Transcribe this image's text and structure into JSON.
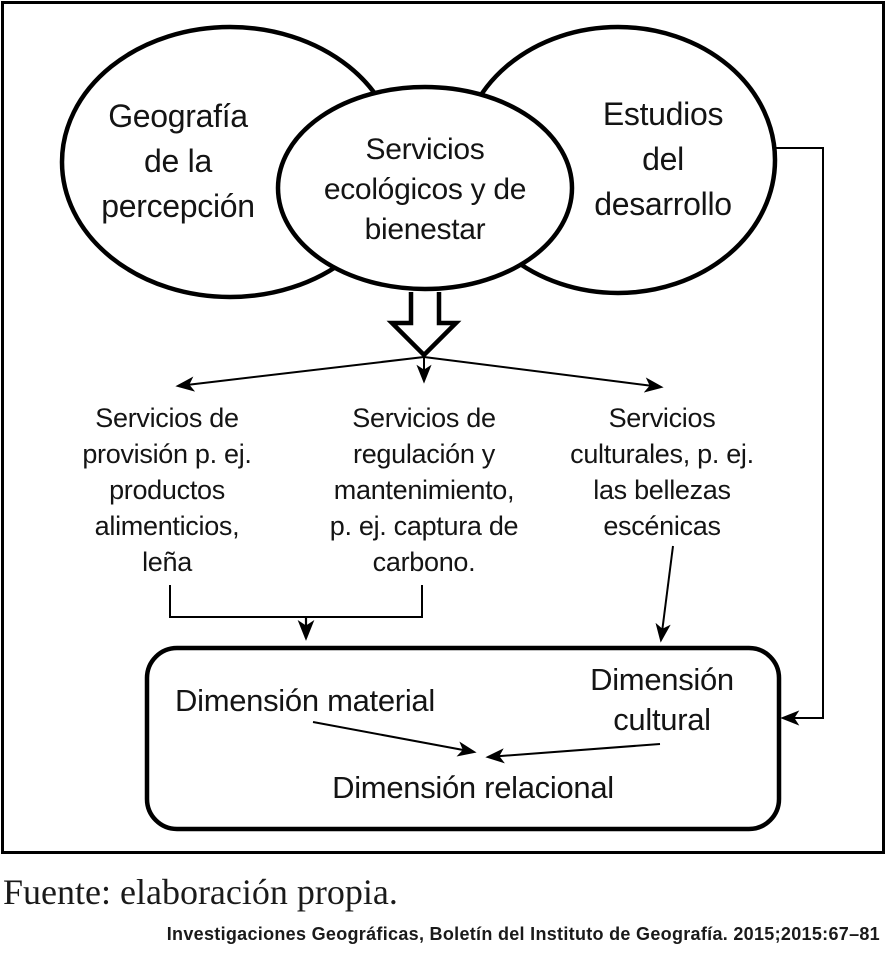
{
  "venn": {
    "left": {
      "lines": [
        "Geografía",
        "de la",
        "percepción"
      ]
    },
    "middle": {
      "lines": [
        "Servicios",
        "ecológicos y de",
        "bienestar"
      ]
    },
    "right": {
      "lines": [
        "Estudios",
        "del",
        "desarrollo"
      ]
    }
  },
  "services": {
    "provision": {
      "lines": [
        "Servicios de",
        "provisión p. ej.",
        "productos",
        "alimenticios,",
        "leña"
      ]
    },
    "regulation": {
      "lines": [
        "Servicios de",
        "regulación y",
        "mantenimiento,",
        "p. ej. captura de",
        "carbono."
      ]
    },
    "cultural": {
      "lines": [
        "Servicios",
        "culturales, p. ej.",
        "las bellezas",
        "escénicas"
      ]
    }
  },
  "dimensions": {
    "material": "Dimensión material",
    "cultural": {
      "lines": [
        "Dimensión",
        "cultural"
      ]
    },
    "relational": "Dimensión relacional"
  },
  "caption": {
    "source": "Fuente: elaboración propia."
  },
  "citation": {
    "text": "Investigaciones Geográficas, Boletín del Instituto de Geografía. 2015;2015:67–81"
  },
  "colors": {
    "ink": "#000000",
    "background": "#ffffff"
  }
}
